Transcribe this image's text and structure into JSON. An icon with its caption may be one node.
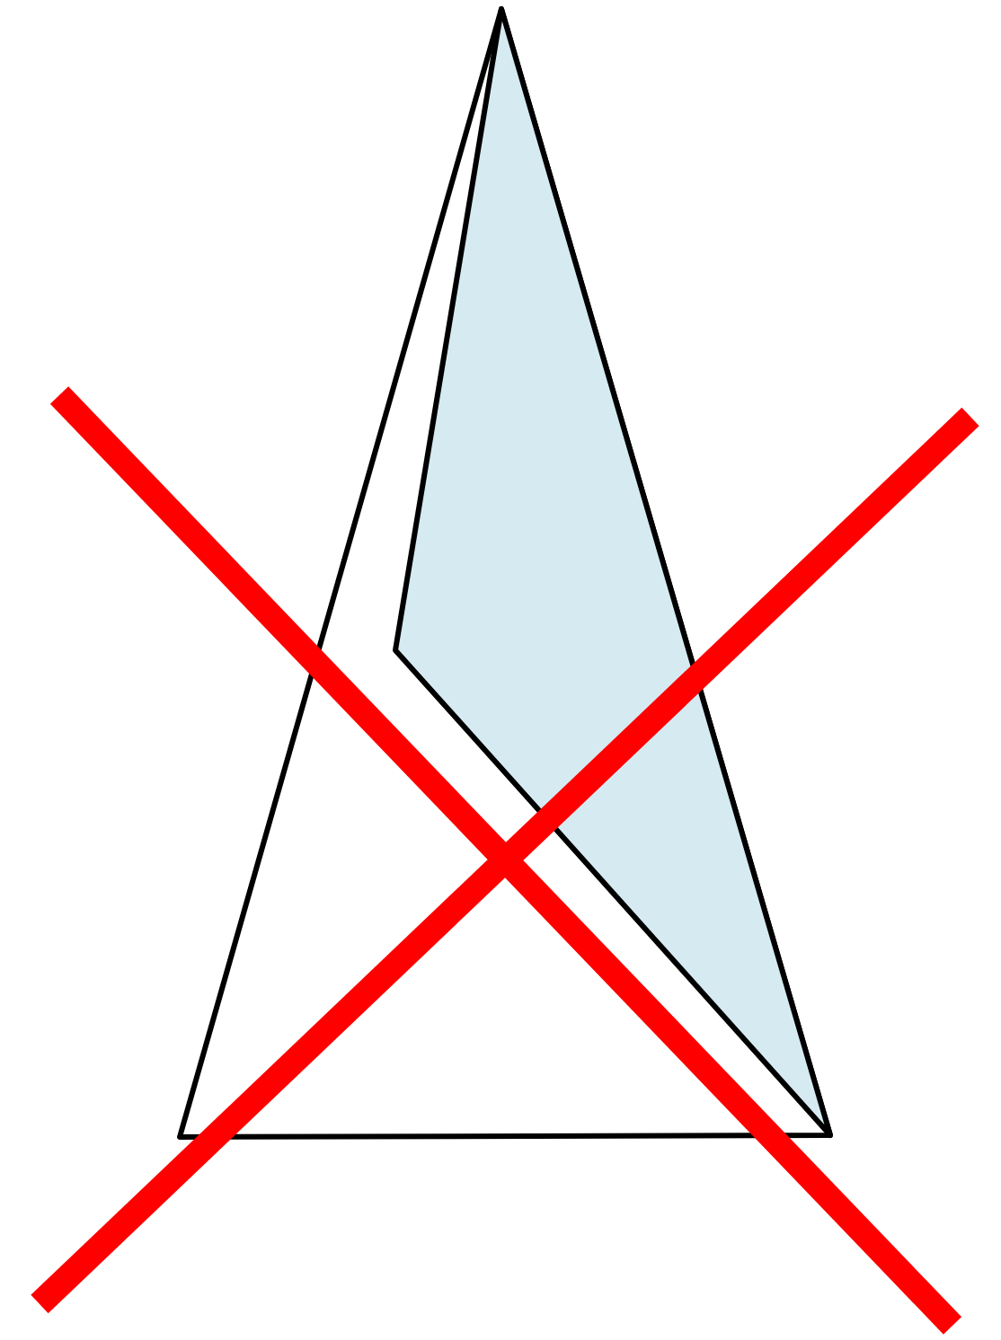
{
  "diagram": {
    "nodes": [
      {
        "text": [],
        "shape": "triangle"
      },
      {
        "text": [],
        "shape": "triangle",
        "in": 0
      }
    ]
  }
}
